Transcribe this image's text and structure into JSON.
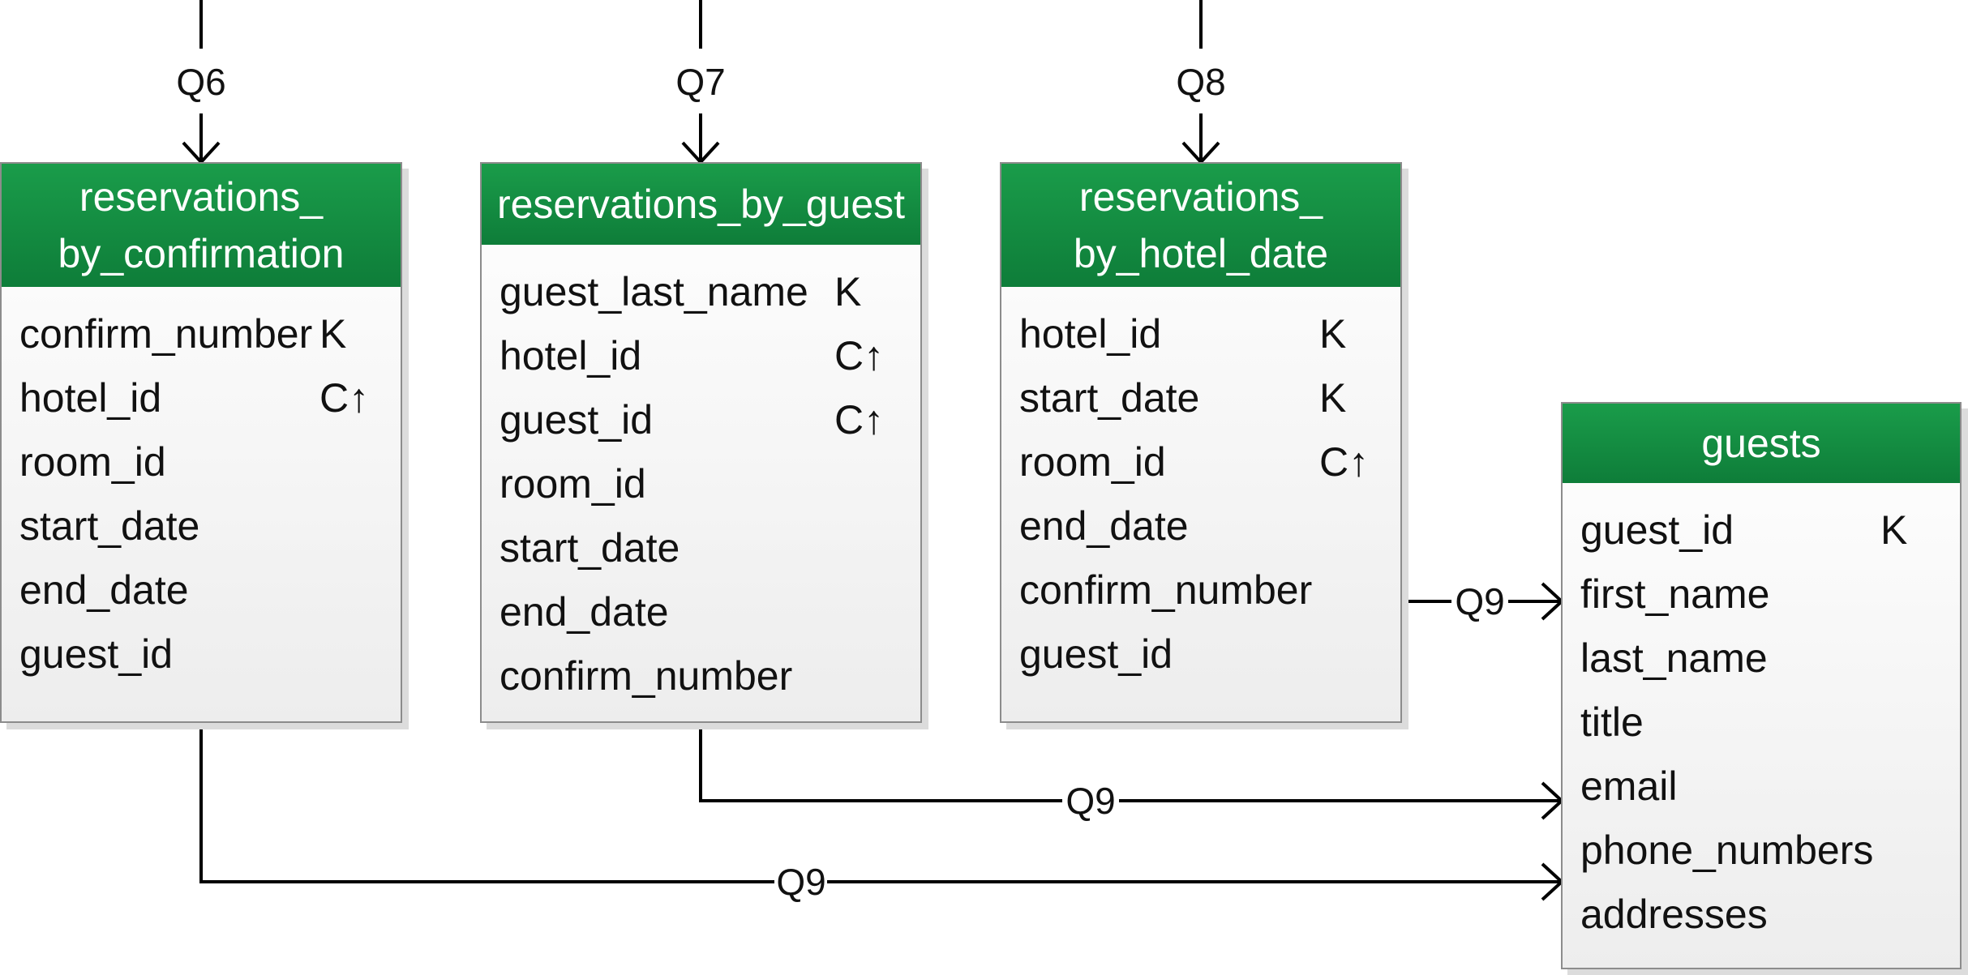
{
  "tables": [
    {
      "id": "conf",
      "title_lines": [
        "reservations_",
        "by_confirmation"
      ],
      "fields": [
        {
          "name": "confirm_number",
          "key": "K"
        },
        {
          "name": "hotel_id",
          "key": "C↑"
        },
        {
          "name": "room_id",
          "key": ""
        },
        {
          "name": "start_date",
          "key": ""
        },
        {
          "name": "end_date",
          "key": ""
        },
        {
          "name": "guest_id",
          "key": ""
        }
      ]
    },
    {
      "id": "guest",
      "title_lines": [
        "reservations_by_guest"
      ],
      "fields": [
        {
          "name": "guest_last_name",
          "key": "K"
        },
        {
          "name": "hotel_id",
          "key": "C↑"
        },
        {
          "name": "guest_id",
          "key": "C↑"
        },
        {
          "name": "room_id",
          "key": ""
        },
        {
          "name": "start_date",
          "key": ""
        },
        {
          "name": "end_date",
          "key": ""
        },
        {
          "name": "confirm_number",
          "key": ""
        }
      ]
    },
    {
      "id": "hoteldate",
      "title_lines": [
        "reservations_",
        "by_hotel_date"
      ],
      "fields": [
        {
          "name": "hotel_id",
          "key": "K"
        },
        {
          "name": "start_date",
          "key": "K"
        },
        {
          "name": "room_id",
          "key": "C↑"
        },
        {
          "name": "end_date",
          "key": ""
        },
        {
          "name": "confirm_number",
          "key": ""
        },
        {
          "name": "guest_id",
          "key": ""
        }
      ]
    },
    {
      "id": "guests",
      "title_lines": [
        "guests"
      ],
      "fields": [
        {
          "name": "guest_id",
          "key": "K"
        },
        {
          "name": "first_name",
          "key": ""
        },
        {
          "name": "last_name",
          "key": ""
        },
        {
          "name": "title",
          "key": ""
        },
        {
          "name": "email",
          "key": ""
        },
        {
          "name": "phone_numbers",
          "key": ""
        },
        {
          "name": "addresses",
          "key": ""
        }
      ]
    }
  ],
  "queries": {
    "q6": "Q6",
    "q7": "Q7",
    "q8": "Q8",
    "q9_hoteldate": "Q9",
    "q9_guest": "Q9",
    "q9_conf": "Q9"
  },
  "colors": {
    "header": "#128c43",
    "line": "#000000",
    "border": "#8c8c8c"
  }
}
